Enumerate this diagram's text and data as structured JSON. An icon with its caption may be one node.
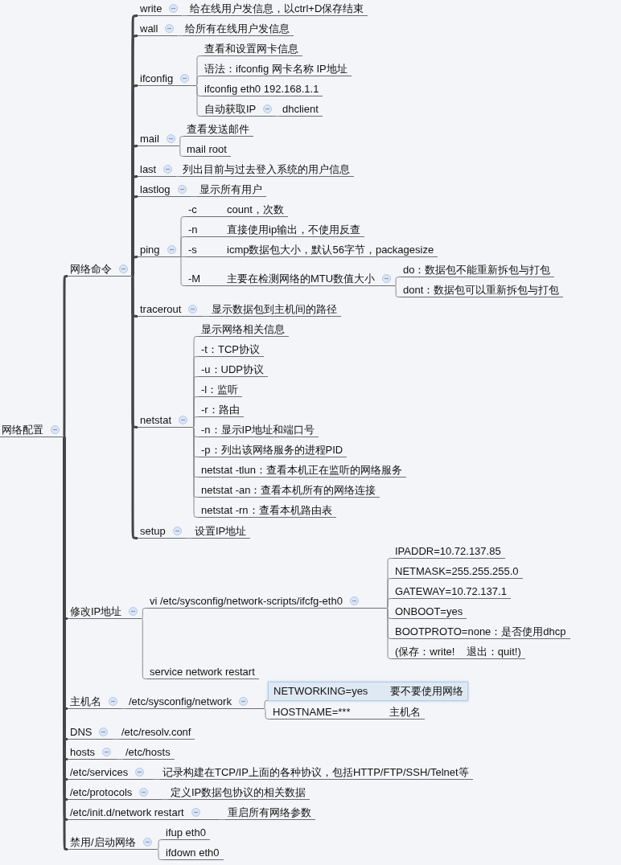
{
  "diagram": {
    "nodes": [
      {
        "text": [
          "网络配置"
        ]
      },
      {
        "text": [
          "网络命令"
        ]
      },
      {
        "text": [
          "write"
        ]
      },
      {
        "text": [
          "给在线用户发信息，以ctrl+D保存结束"
        ]
      },
      {
        "text": [
          "wall"
        ]
      },
      {
        "text": [
          "给所有在线用户发信息"
        ]
      },
      {
        "text": [
          "ifconfig"
        ]
      },
      {
        "text": [
          "查看和设置网卡信息"
        ]
      },
      {
        "text": [
          "语法：ifconfig 网卡名称 IP地址"
        ]
      },
      {
        "text": [
          "ifconfig eth0 192.168.1.1"
        ]
      },
      {
        "text": [
          "自动获取IP"
        ]
      },
      {
        "text": [
          "dhclient"
        ]
      },
      {
        "text": [
          "mail"
        ]
      },
      {
        "text": [
          "查看发送邮件"
        ]
      },
      {
        "text": [
          "mail root"
        ]
      },
      {
        "text": [
          "last"
        ]
      },
      {
        "text": [
          "列出目前与过去登入系统的用户信息"
        ]
      },
      {
        "text": [
          "lastlog"
        ]
      },
      {
        "text": [
          "显示所有用户"
        ]
      },
      {
        "text": [
          "ping"
        ]
      },
      {
        "text": [
          "-c",
          "count，次数"
        ]
      },
      {
        "text": [
          "-n",
          "直接使用ip输出，不使用反查"
        ]
      },
      {
        "text": [
          "-s",
          "icmp数据包大小，默认56字节，packagesize"
        ]
      },
      {
        "text": [
          "-M",
          "主要在检测网络的MTU数值大小"
        ]
      },
      {
        "text": [
          "do：数据包不能重新拆包与打包"
        ]
      },
      {
        "text": [
          "dont：数据包可以重新拆包与打包"
        ]
      },
      {
        "text": [
          "tracerout"
        ]
      },
      {
        "text": [
          "显示数据包到主机间的路径"
        ]
      },
      {
        "text": [
          "netstat"
        ]
      },
      {
        "text": [
          "显示网络相关信息"
        ]
      },
      {
        "text": [
          "-t：TCP协议"
        ]
      },
      {
        "text": [
          "-u：UDP协议"
        ]
      },
      {
        "text": [
          "-l：监听"
        ]
      },
      {
        "text": [
          "-r：路由"
        ]
      },
      {
        "text": [
          "-n：显示IP地址和端口号"
        ]
      },
      {
        "text": [
          "-p：列出该网络服务的进程PID"
        ]
      },
      {
        "text": [
          "netstat -tlun：查看本机正在监听的网络服务"
        ]
      },
      {
        "text": [
          "netstat -an：查看本机所有的网络连接"
        ]
      },
      {
        "text": [
          "netstat -rn：查看本机路由表"
        ]
      },
      {
        "text": [
          "setup"
        ]
      },
      {
        "text": [
          "设置IP地址"
        ]
      },
      {
        "text": [
          "修改IP地址"
        ]
      },
      {
        "text": [
          "vi /etc/sysconfig/network-scripts/ifcfg-eth0"
        ]
      },
      {
        "text": [
          "IPADDR=10.72.137.85"
        ]
      },
      {
        "text": [
          "NETMASK=255.255.255.0"
        ]
      },
      {
        "text": [
          "GATEWAY=10.72.137.1"
        ]
      },
      {
        "text": [
          "ONBOOT=yes"
        ]
      },
      {
        "text": [
          "BOOTPROTO=none：是否使用dhcp"
        ]
      },
      {
        "text": [
          "(保存：write!    退出：quit!)"
        ]
      },
      {
        "text": [
          "service network restart"
        ]
      },
      {
        "text": [
          "主机名"
        ]
      },
      {
        "text": [
          "/etc/sysconfig/network"
        ]
      },
      {
        "text": [
          "NETWORKING=yes",
          "要不要使用网络"
        ]
      },
      {
        "text": [
          "HOSTNAME=***",
          "主机名"
        ]
      },
      {
        "text": [
          "DNS"
        ]
      },
      {
        "text": [
          "/etc/resolv.conf"
        ]
      },
      {
        "text": [
          "hosts"
        ]
      },
      {
        "text": [
          "/etc/hosts"
        ]
      },
      {
        "text": [
          "/etc/services"
        ]
      },
      {
        "text": [
          "记录构建在TCP/IP上面的各种协议，包括HTTP/FTP/SSH/Telnet等"
        ]
      },
      {
        "text": [
          "/etc/protocols"
        ]
      },
      {
        "text": [
          "定义IP数据包协议的相关数据"
        ]
      },
      {
        "text": [
          "/etc/init.d/network restart"
        ]
      },
      {
        "text": [
          "重启所有网络参数"
        ]
      },
      {
        "text": [
          "禁用/启动网络"
        ]
      },
      {
        "text": [
          "ifup eth0"
        ]
      },
      {
        "text": [
          "ifdown eth0"
        ]
      }
    ],
    "edges": [
      {
        "from": 0,
        "to": 1,
        "arrow": "none",
        "style": "thick"
      },
      {
        "from": 1,
        "to": 2,
        "arrow": "none",
        "style": "thick"
      },
      {
        "from": 2,
        "to": 3,
        "arrow": "none"
      },
      {
        "from": 1,
        "to": 4,
        "arrow": "none",
        "style": "thick"
      },
      {
        "from": 4,
        "to": 5,
        "arrow": "none"
      },
      {
        "from": 1,
        "to": 6,
        "arrow": "none",
        "style": "thick"
      },
      {
        "from": 6,
        "to": 7,
        "arrow": "none"
      },
      {
        "from": 6,
        "to": 8,
        "arrow": "none"
      },
      {
        "from": 6,
        "to": 9,
        "arrow": "none"
      },
      {
        "from": 6,
        "to": 10,
        "arrow": "none"
      },
      {
        "from": 10,
        "to": 11,
        "arrow": "none"
      },
      {
        "from": 1,
        "to": 12,
        "arrow": "none",
        "style": "thick"
      },
      {
        "from": 12,
        "to": 13,
        "arrow": "none"
      },
      {
        "from": 12,
        "to": 14,
        "arrow": "none"
      },
      {
        "from": 1,
        "to": 15,
        "arrow": "none",
        "style": "thick"
      },
      {
        "from": 15,
        "to": 16,
        "arrow": "none"
      },
      {
        "from": 1,
        "to": 17,
        "arrow": "none",
        "style": "thick"
      },
      {
        "from": 17,
        "to": 18,
        "arrow": "none"
      },
      {
        "from": 1,
        "to": 19,
        "arrow": "none",
        "style": "thick"
      },
      {
        "from": 19,
        "to": 20,
        "arrow": "none"
      },
      {
        "from": 19,
        "to": 21,
        "arrow": "none"
      },
      {
        "from": 19,
        "to": 22,
        "arrow": "none"
      },
      {
        "from": 19,
        "to": 23,
        "arrow": "none"
      },
      {
        "from": 23,
        "to": 24,
        "arrow": "none"
      },
      {
        "from": 23,
        "to": 25,
        "arrow": "none"
      },
      {
        "from": 1,
        "to": 26,
        "arrow": "none",
        "style": "thick"
      },
      {
        "from": 26,
        "to": 27,
        "arrow": "none"
      },
      {
        "from": 1,
        "to": 28,
        "arrow": "none",
        "style": "thick"
      },
      {
        "from": 28,
        "to": 29,
        "arrow": "none"
      },
      {
        "from": 28,
        "to": 30,
        "arrow": "none"
      },
      {
        "from": 28,
        "to": 31,
        "arrow": "none"
      },
      {
        "from": 28,
        "to": 32,
        "arrow": "none"
      },
      {
        "from": 28,
        "to": 33,
        "arrow": "none"
      },
      {
        "from": 28,
        "to": 34,
        "arrow": "none"
      },
      {
        "from": 28,
        "to": 35,
        "arrow": "none"
      },
      {
        "from": 28,
        "to": 36,
        "arrow": "none"
      },
      {
        "from": 28,
        "to": 37,
        "arrow": "none"
      },
      {
        "from": 28,
        "to": 38,
        "arrow": "none"
      },
      {
        "from": 1,
        "to": 39,
        "arrow": "none",
        "style": "thick"
      },
      {
        "from": 39,
        "to": 40,
        "arrow": "none"
      },
      {
        "from": 0,
        "to": 41,
        "arrow": "none",
        "style": "thick"
      },
      {
        "from": 41,
        "to": 42,
        "arrow": "none"
      },
      {
        "from": 42,
        "to": 43,
        "arrow": "none"
      },
      {
        "from": 42,
        "to": 44,
        "arrow": "none"
      },
      {
        "from": 42,
        "to": 45,
        "arrow": "none"
      },
      {
        "from": 42,
        "to": 46,
        "arrow": "none"
      },
      {
        "from": 42,
        "to": 47,
        "arrow": "none"
      },
      {
        "from": 42,
        "to": 48,
        "arrow": "none"
      },
      {
        "from": 41,
        "to": 49,
        "arrow": "none"
      },
      {
        "from": 0,
        "to": 50,
        "arrow": "none",
        "style": "thick"
      },
      {
        "from": 50,
        "to": 51,
        "arrow": "none"
      },
      {
        "from": 51,
        "to": 52,
        "arrow": "none"
      },
      {
        "from": 51,
        "to": 53,
        "arrow": "none"
      },
      {
        "from": 0,
        "to": 54,
        "arrow": "none",
        "style": "thick"
      },
      {
        "from": 54,
        "to": 55,
        "arrow": "none"
      },
      {
        "from": 0,
        "to": 56,
        "arrow": "none",
        "style": "thick"
      },
      {
        "from": 56,
        "to": 57,
        "arrow": "none"
      },
      {
        "from": 0,
        "to": 58,
        "arrow": "none",
        "style": "thick"
      },
      {
        "from": 58,
        "to": 59,
        "arrow": "none"
      },
      {
        "from": 0,
        "to": 60,
        "arrow": "none",
        "style": "thick"
      },
      {
        "from": 60,
        "to": 61,
        "arrow": "none"
      },
      {
        "from": 0,
        "to": 62,
        "arrow": "none",
        "style": "thick"
      },
      {
        "from": 62,
        "to": 63,
        "arrow": "none"
      },
      {
        "from": 0,
        "to": 64,
        "arrow": "none",
        "style": "thick"
      },
      {
        "from": 64,
        "to": 65,
        "arrow": "none"
      },
      {
        "from": 64,
        "to": 66,
        "arrow": "none"
      }
    ]
  }
}
